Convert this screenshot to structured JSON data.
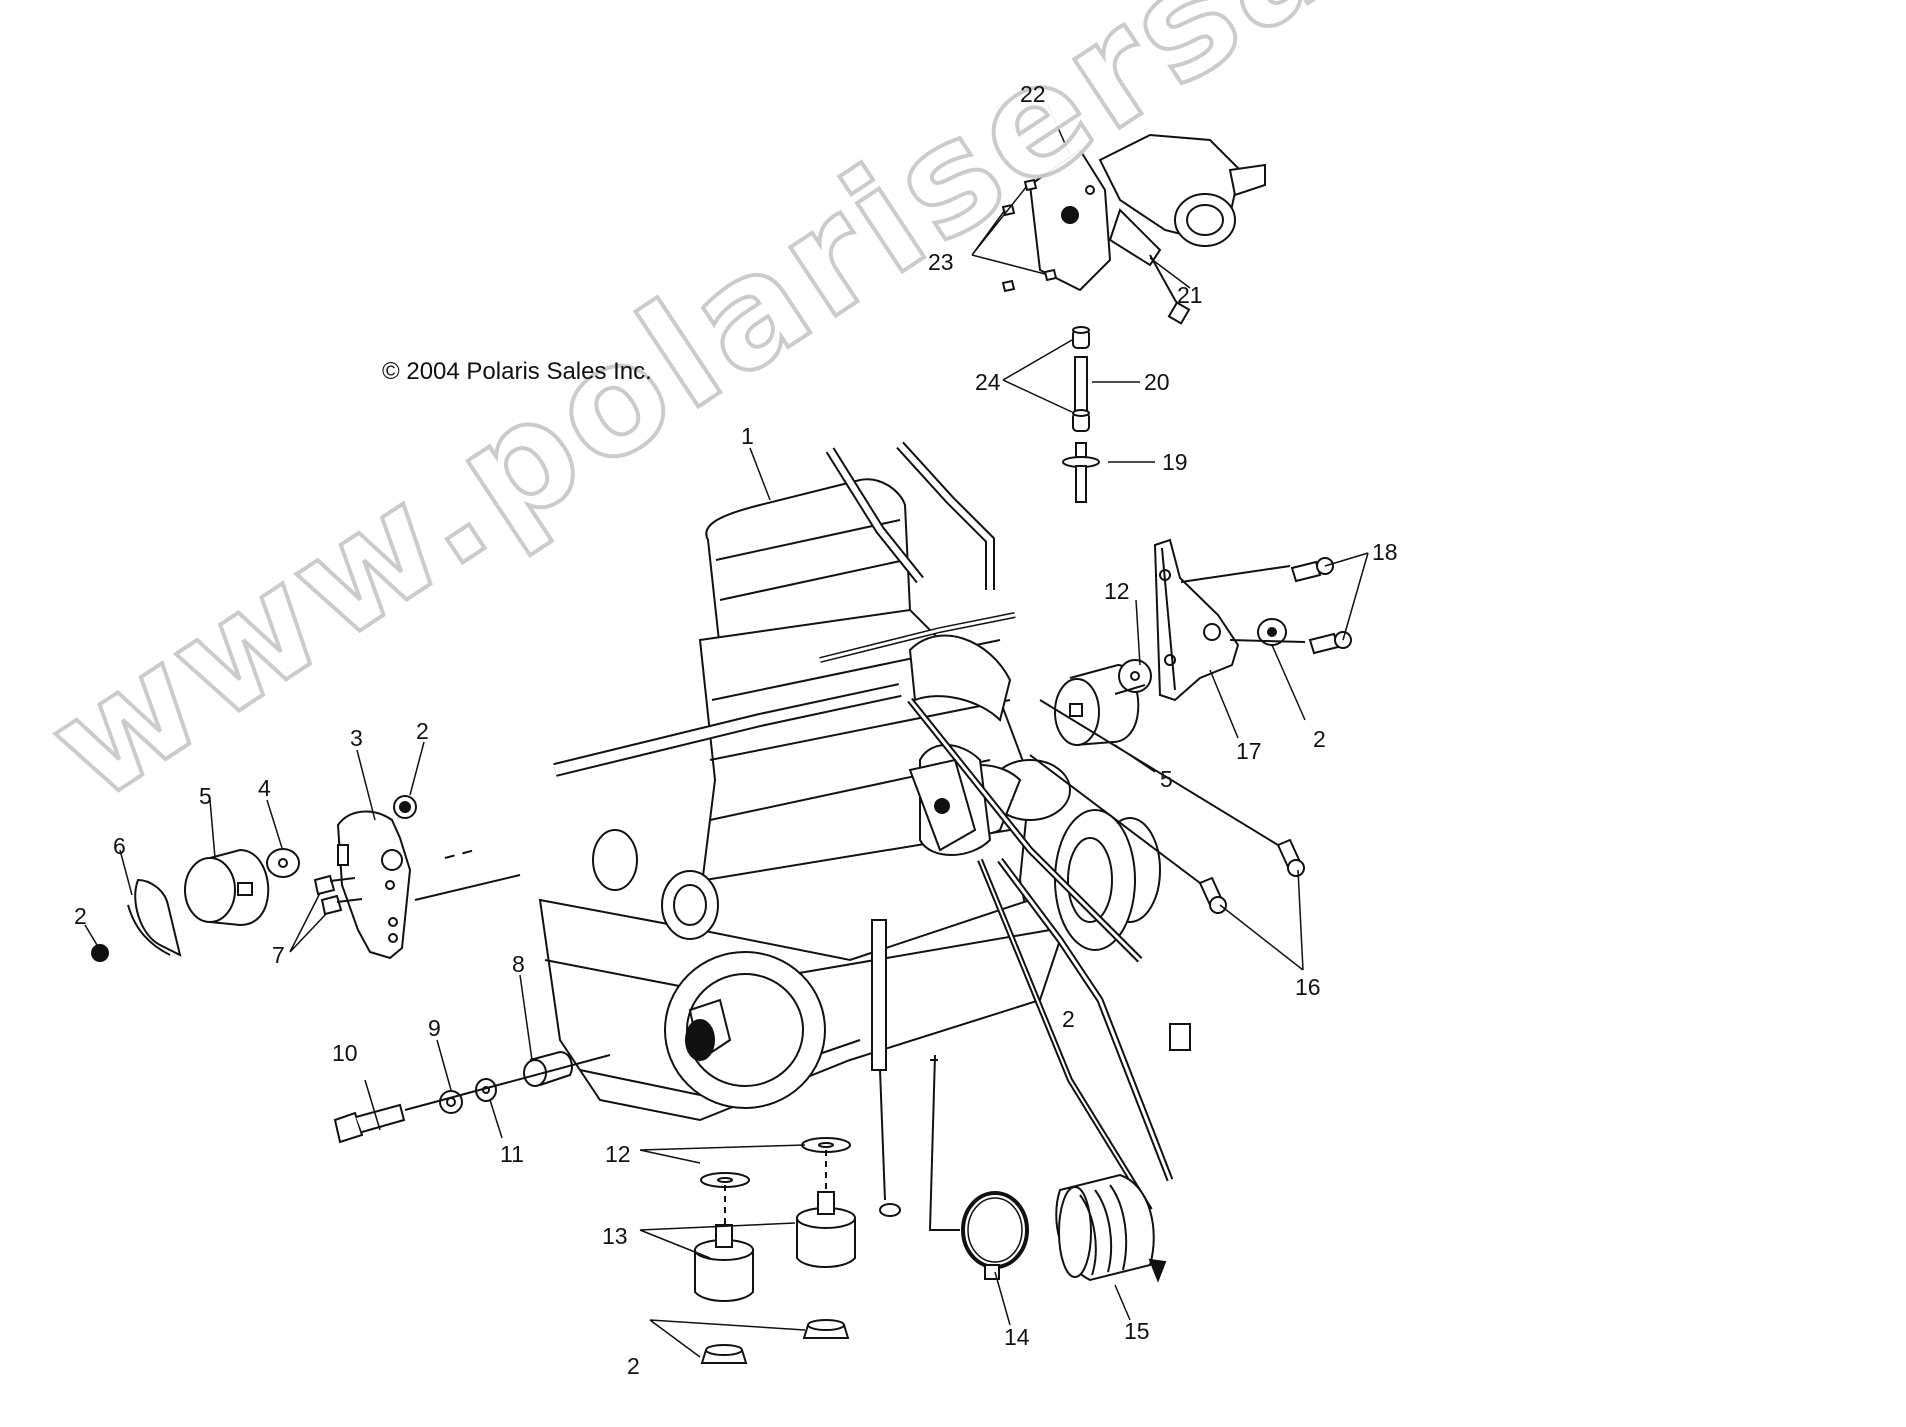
{
  "copyright": "© 2004 Polaris Sales Inc.",
  "watermark": "www.polarisersatzteile.de",
  "callouts": [
    "1",
    "2",
    "3",
    "2",
    "5",
    "4",
    "6",
    "2",
    "7",
    "8",
    "9",
    "10",
    "11",
    "12",
    "13",
    "2",
    "14",
    "15",
    "16",
    "17",
    "2",
    "5",
    "12",
    "18",
    "19",
    "20",
    "24",
    "23",
    "21",
    "22"
  ],
  "parts": {
    "engine": "engine-assembly-icon",
    "throttle_body": "throttle-body-icon",
    "mounts": "rubber-mount-icon",
    "washers": "washer-icon",
    "bolts": "bolt-icon",
    "nuts": "nut-icon",
    "clamp": "hose-clamp-icon",
    "boot": "intake-boot-icon"
  }
}
